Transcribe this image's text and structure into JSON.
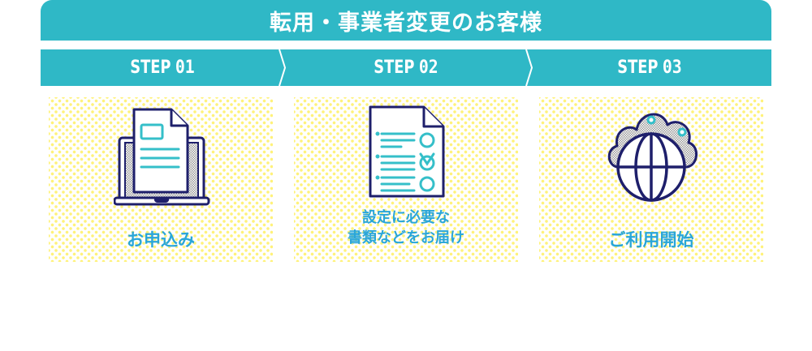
{
  "header": {
    "title": "転用・事業者変更のお客様"
  },
  "steps": [
    {
      "prefix": "STEP",
      "number": "01"
    },
    {
      "prefix": "STEP",
      "number": "02"
    },
    {
      "prefix": "STEP",
      "number": "03"
    }
  ],
  "panels": [
    {
      "icon": "laptop-document-icon",
      "label_lines": [
        "お申込み"
      ]
    },
    {
      "icon": "checklist-document-icon",
      "label_lines": [
        "設定に必要な",
        "書類などをお届け"
      ]
    },
    {
      "icon": "cloud-globe-icon",
      "label_lines": [
        "ご利用開始"
      ]
    }
  ],
  "colors": {
    "header_bg": "#2fb8c6",
    "label_text": "#2aa6d8",
    "icon_outline": "#1e1f6b",
    "icon_accent": "#35bfc9",
    "dot_pattern": "#fff27a"
  }
}
